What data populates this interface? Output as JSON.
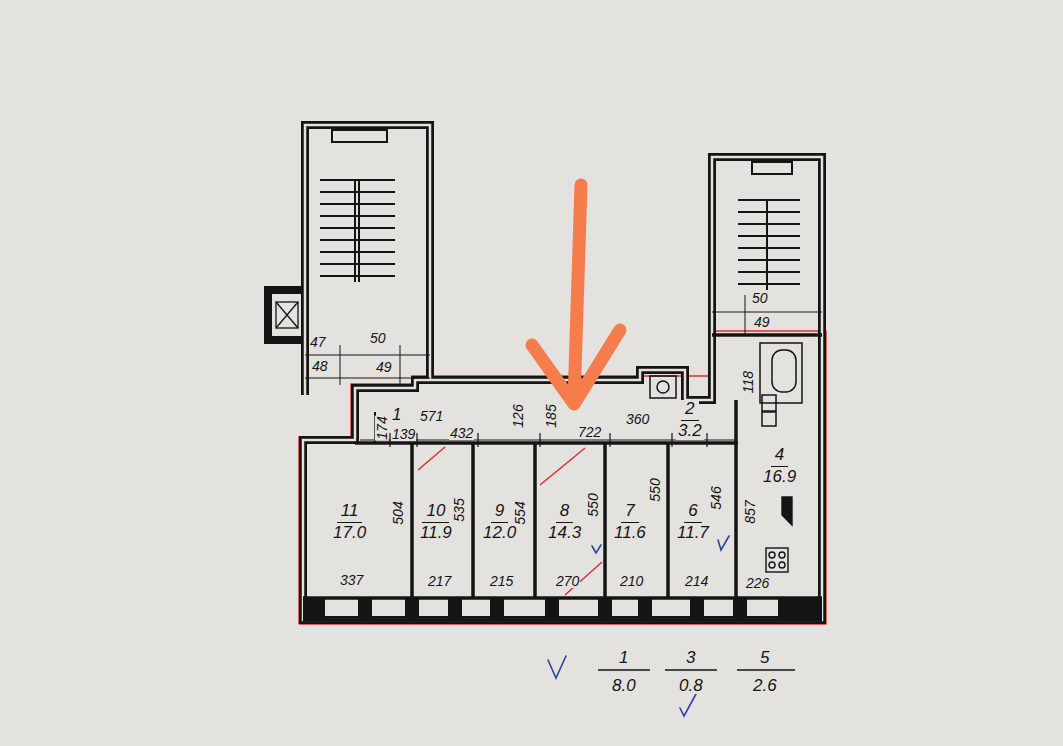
{
  "diagram": {
    "nodes": [
      {
        "text": [
          "1"
        ]
      },
      {
        "text": [
          "2",
          "3.2"
        ]
      },
      {
        "text": [
          "4",
          "16.9"
        ]
      },
      {
        "text": [
          "11",
          "17.0"
        ]
      },
      {
        "text": [
          "10",
          "11.9"
        ]
      },
      {
        "text": [
          "9",
          "12.0"
        ]
      },
      {
        "text": [
          "8",
          "14.3"
        ]
      },
      {
        "text": [
          "7",
          "11.6"
        ]
      },
      {
        "text": [
          "6",
          "11.7"
        ]
      }
    ],
    "labels": [
      "47",
      "50",
      "48",
      "49",
      "50",
      "49",
      "174",
      "139",
      "571",
      "432",
      "126",
      "185",
      "722",
      "360",
      "118",
      "504",
      "337",
      "535",
      "217",
      "554",
      "215",
      "550",
      "270",
      "550",
      "210",
      "546",
      "214",
      "857",
      "226",
      "1",
      "8.0",
      "3",
      "0.8",
      "5",
      "2.6"
    ]
  }
}
